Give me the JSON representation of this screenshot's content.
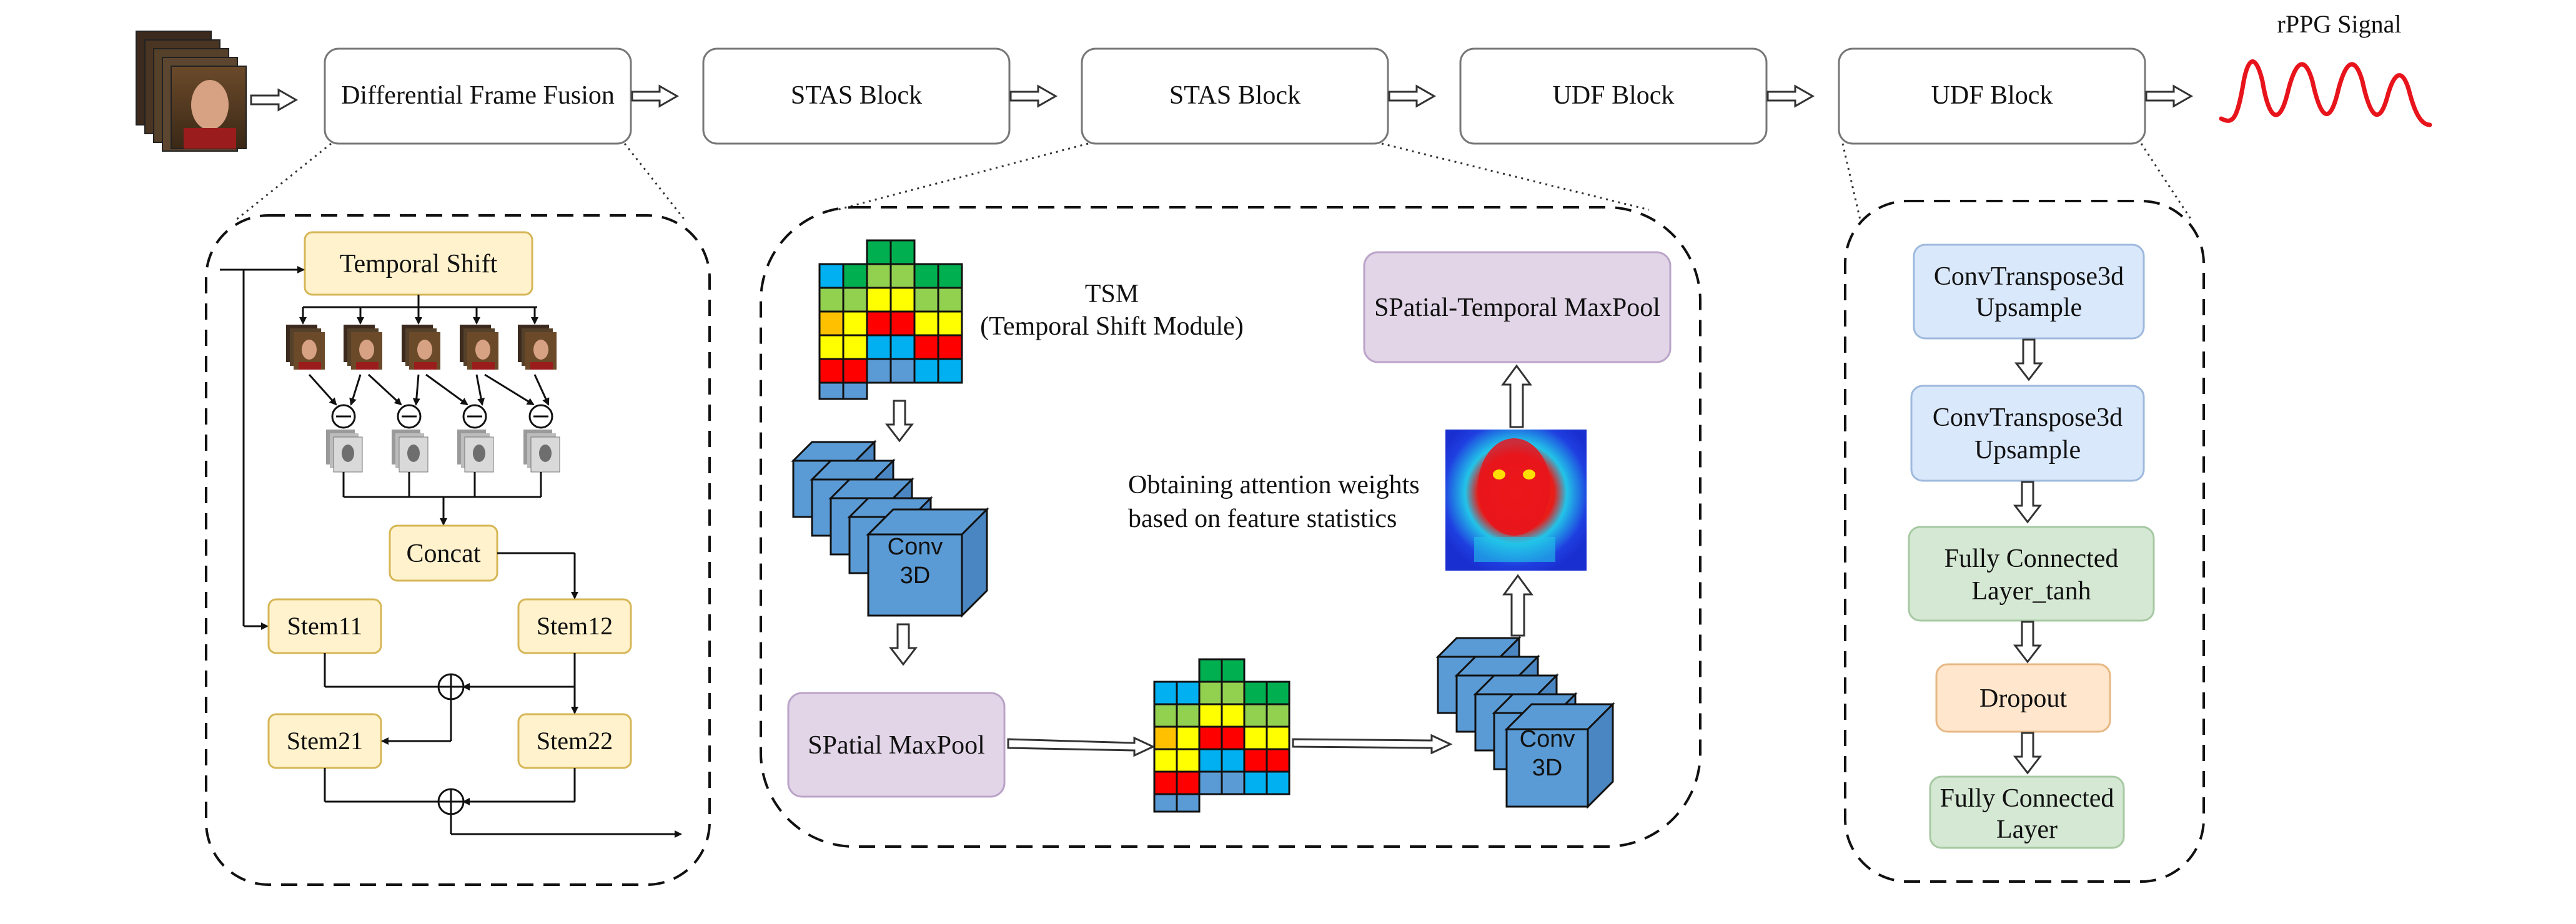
{
  "top_row": {
    "blocks": [
      {
        "id": "dff",
        "label": "Differential Frame Fusion"
      },
      {
        "id": "stas1",
        "label": "STAS Block"
      },
      {
        "id": "stas2",
        "label": "STAS Block"
      },
      {
        "id": "udf1",
        "label": "UDF Block"
      },
      {
        "id": "udf2",
        "label": "UDF Block"
      }
    ],
    "output_label": "rPPG Signal"
  },
  "dff_detail": {
    "temporal_shift": "Temporal Shift",
    "concat": "Concat",
    "stem11": "Stem11",
    "stem12": "Stem12",
    "stem21": "Stem21",
    "stem22": "Stem22"
  },
  "stas_detail": {
    "tsm_line1": "TSM",
    "tsm_line2": "(Temporal Shift Module)",
    "conv_line1": "Conv",
    "conv_line2": "3D",
    "spatial_maxpool": "SPatial MaxPool",
    "st_maxpool": "SPatial-Temporal MaxPool",
    "attention_line1": "Obtaining attention weights",
    "attention_line2": "based on feature statistics"
  },
  "udf_detail": {
    "items": [
      {
        "line1": "ConvTranspose3d",
        "line2": "Upsample",
        "color": "#dae8fc",
        "stroke": "#9eb9dc"
      },
      {
        "line1": "ConvTranspose3d",
        "line2": "Upsample",
        "color": "#dae8fc",
        "stroke": "#9eb9dc"
      },
      {
        "line1": "Fully Connected",
        "line2": "Layer_tanh",
        "color": "#d5e8d4",
        "stroke": "#a6c9a2"
      },
      {
        "line1": "Dropout",
        "line2": "",
        "color": "#ffe6cc",
        "stroke": "#e6b884"
      },
      {
        "line1": "Fully Connected",
        "line2": "Layer",
        "color": "#d5e8d4",
        "stroke": "#a6c9a2"
      }
    ]
  },
  "colors": {
    "yellow_box": "#fff2cc",
    "yellow_stroke": "#d6b656",
    "purple_box": "#e1d5e7",
    "signal": "#e8141c",
    "cube_blue": "#5b9bd5"
  }
}
